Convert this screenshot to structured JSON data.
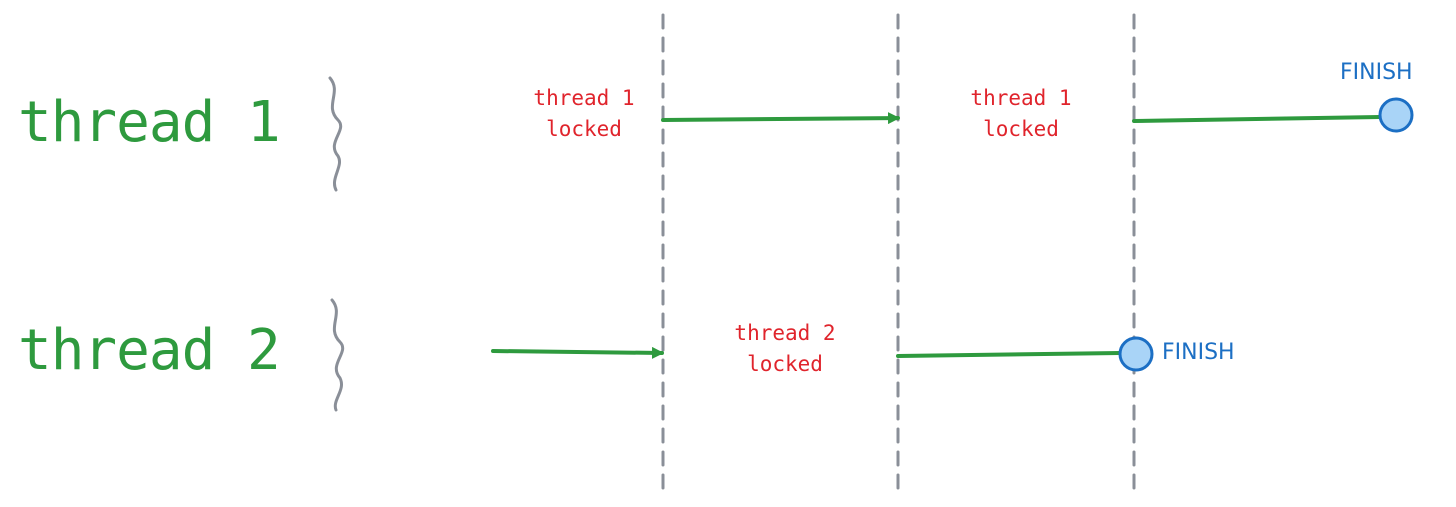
{
  "threads": [
    {
      "label": "thread 1"
    },
    {
      "label": "thread 2"
    }
  ],
  "lock_labels": [
    {
      "line1": "thread 1",
      "line2": "locked"
    },
    {
      "line1": "thread 1",
      "line2": "locked"
    },
    {
      "line1": "thread 2",
      "line2": "locked"
    }
  ],
  "finish_labels": [
    "FINISH",
    "FINISH"
  ],
  "colors": {
    "thread_text": "#2e9a3e",
    "arrow": "#2e9a3e",
    "lock_text": "#e0242c",
    "finish_text": "#1c6fc4",
    "finish_fill": "#a9d4f7",
    "finish_stroke": "#1c6fc4",
    "divider": "#8a8f98",
    "brace": "#8a8f98"
  }
}
